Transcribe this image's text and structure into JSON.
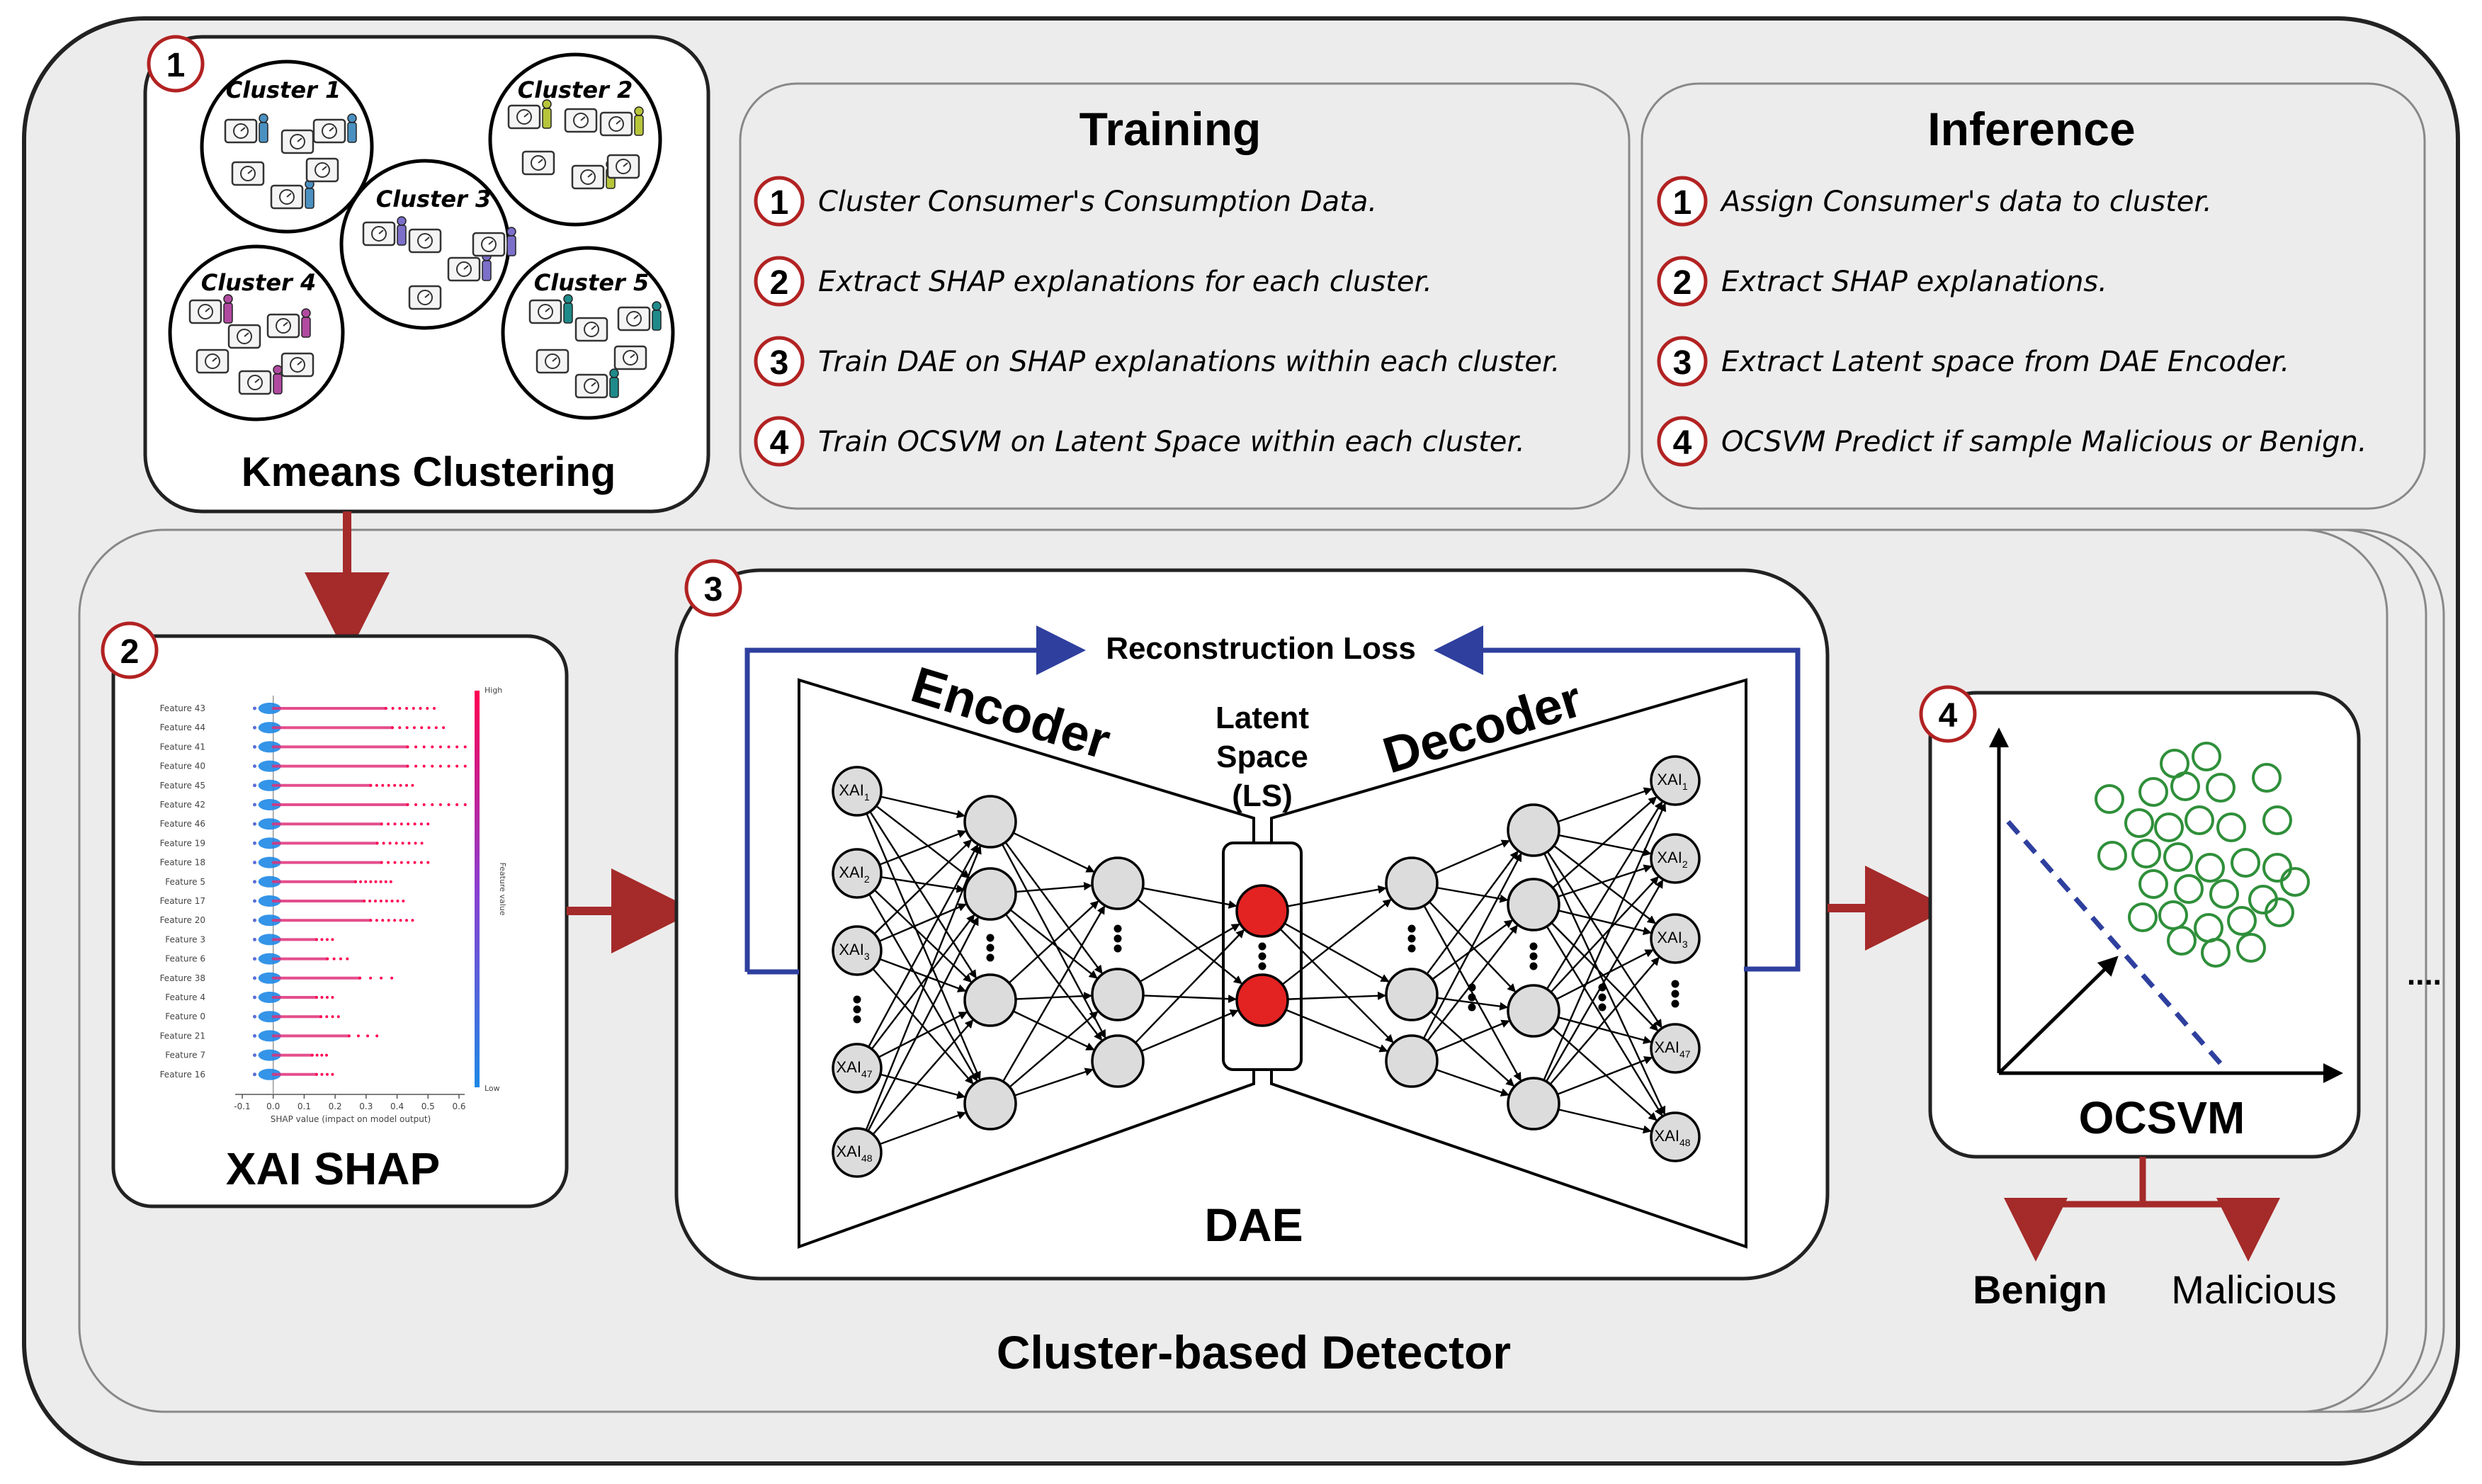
{
  "kmeans": {
    "step": "1",
    "title": "Kmeans Clustering",
    "clusters": [
      "Cluster 1",
      "Cluster 2",
      "Cluster 3",
      "Cluster 4",
      "Cluster 5"
    ]
  },
  "training": {
    "title": "Training",
    "steps": [
      {
        "num": "1",
        "text": "Cluster Consumer's Consumption Data."
      },
      {
        "num": "2",
        "text": "Extract SHAP explanations for each cluster."
      },
      {
        "num": "3",
        "text": "Train DAE on SHAP explanations within each cluster."
      },
      {
        "num": "4",
        "text": "Train OCSVM on Latent Space within each cluster."
      }
    ]
  },
  "inference": {
    "title": "Inference",
    "steps": [
      {
        "num": "1",
        "text": "Assign Consumer's data to cluster."
      },
      {
        "num": "2",
        "text": "Extract SHAP explanations."
      },
      {
        "num": "3",
        "text": "Extract Latent space from DAE Encoder."
      },
      {
        "num": "4",
        "text": "OCSVM Predict if sample Malicious or Benign."
      }
    ]
  },
  "shap": {
    "step": "2",
    "title": "XAI SHAP",
    "features": [
      "Feature 43",
      "Feature 44",
      "Feature 41",
      "Feature 40",
      "Feature 45",
      "Feature 42",
      "Feature 46",
      "Feature 19",
      "Feature 18",
      "Feature 5",
      "Feature 17",
      "Feature 20",
      "Feature 3",
      "Feature 6",
      "Feature 38",
      "Feature 4",
      "Feature 0",
      "Feature 21",
      "Feature 7",
      "Feature 16"
    ],
    "x_ticks": [
      "-0.1",
      "0.0",
      "0.1",
      "0.2",
      "0.3",
      "0.4",
      "0.5",
      "0.6"
    ],
    "x_label": "SHAP value (impact on model output)",
    "colorbar_high": "High",
    "colorbar_low": "Low",
    "colorbar_label": "Feature value"
  },
  "dae": {
    "step": "3",
    "title": "DAE",
    "encoder": "Encoder",
    "decoder": "Decoder",
    "latent_line1": "Latent",
    "latent_line2": "Space",
    "latent_line3": "(LS)",
    "loss": "Reconstruction Loss",
    "inputs": [
      {
        "base": "XAI",
        "sub": "1"
      },
      {
        "base": "XAI",
        "sub": "2"
      },
      {
        "base": "XAI",
        "sub": "3"
      },
      {
        "base": "XAI",
        "sub": "47"
      },
      {
        "base": "XAI",
        "sub": "48"
      }
    ],
    "outputs": [
      {
        "base": "XAI",
        "sub": "1"
      },
      {
        "base": "XAI",
        "sub": "2"
      },
      {
        "base": "XAI",
        "sub": "3"
      },
      {
        "base": "XAI",
        "sub": "47"
      },
      {
        "base": "XAI",
        "sub": "48"
      }
    ]
  },
  "ocsvm": {
    "step": "4",
    "title": "OCSVM",
    "benign": "Benign",
    "malicious": "Malicious"
  },
  "detector_title": "Cluster-based Detector",
  "ellipsis": "....",
  "colors": {
    "arrow_red": "#a52a2a",
    "loss_blue": "#2e3f9e",
    "latent_red": "#e32222",
    "ocsvm_green": "#2f8f3a",
    "panel_gray": "#ececec",
    "neuron_gray": "#dcdcdc",
    "step_circle_red": "#b22222"
  }
}
